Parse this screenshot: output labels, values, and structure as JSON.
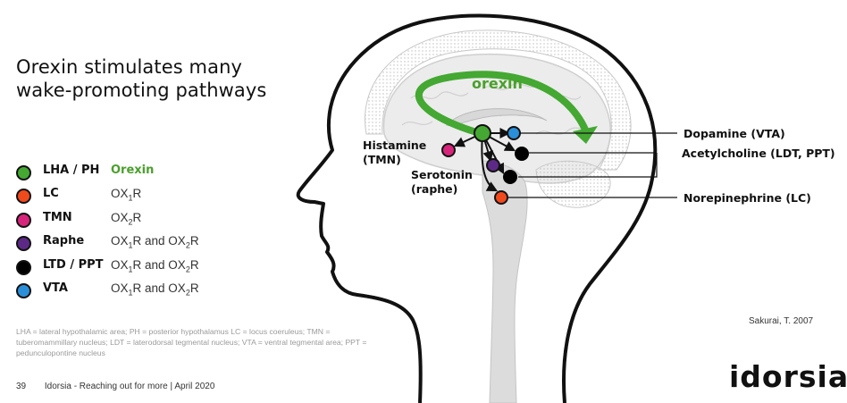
{
  "title": "Orexin stimulates many wake-promoting pathways",
  "diagram": {
    "arc_label": "orexin",
    "labels": {
      "histamine": [
        "Histamine",
        "(TMN)"
      ],
      "serotonin": [
        "Serotonin",
        "(raphe)"
      ],
      "dopamine": "Dopamine (VTA)",
      "acetylcholine": "Acetylcholine (LDT, PPT)",
      "norepinephrine": "Norepinephrine (LC)"
    },
    "colors": {
      "green": "#44a832",
      "orange": "#f04a1c",
      "magenta": "#d6257a",
      "purple": "#5c2a86",
      "black": "#000000",
      "blue": "#2a8fd8"
    }
  },
  "legend": [
    {
      "abbr": "LHA / PH",
      "receptor": "Orexin",
      "color": "#44a832"
    },
    {
      "abbr": "LC",
      "receptor": "OX1R",
      "color": "#f04a1c"
    },
    {
      "abbr": "TMN",
      "receptor": "OX2R",
      "color": "#d6257a"
    },
    {
      "abbr": "Raphe",
      "receptor": "OX1R and OX2R",
      "color": "#5c2a86"
    },
    {
      "abbr": "LTD / PPT",
      "receptor": "OX1R and OX2R",
      "color": "#000000"
    },
    {
      "abbr": "VTA",
      "receptor": "OX1R and OX2R",
      "color": "#2a8fd8"
    }
  ],
  "footnote": "LHA = lateral hypothalamic area; PH = posterior hypothalamus LC = locus coeruleus; TMN = tuberomammillary nucleus; LDT = laterodorsal tegmental nucleus; VTA = ventral tegmental area; PPT = pedunculopontine nucleus",
  "footer": {
    "page": "39",
    "text": "Idorsia - Reaching out for more | April 2020"
  },
  "citation": "Sakurai, T. 2007",
  "logo": "idorsia"
}
